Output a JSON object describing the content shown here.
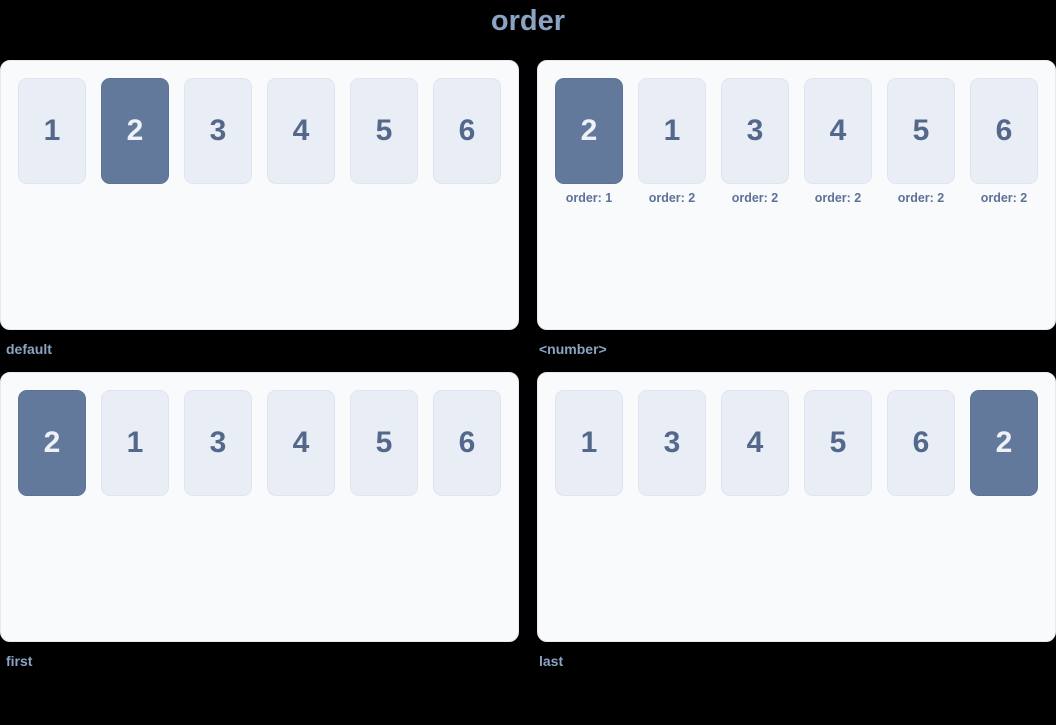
{
  "title": "order",
  "colors": {
    "background": "#000000",
    "panel_bg": "#f9fafc",
    "panel_border": "#e4e9f2",
    "box_bg": "#e9edf6",
    "box_text": "#53688a",
    "box_active_bg": "#63799c",
    "box_active_text": "#eef2f8",
    "label_text": "#8ba4c4",
    "caption_text": "#5c7296"
  },
  "panels": [
    {
      "label": "default",
      "items": [
        {
          "value": "1",
          "active": false,
          "caption": ""
        },
        {
          "value": "2",
          "active": true,
          "caption": ""
        },
        {
          "value": "3",
          "active": false,
          "caption": ""
        },
        {
          "value": "4",
          "active": false,
          "caption": ""
        },
        {
          "value": "5",
          "active": false,
          "caption": ""
        },
        {
          "value": "6",
          "active": false,
          "caption": ""
        }
      ]
    },
    {
      "label": "<number>",
      "items": [
        {
          "value": "2",
          "active": true,
          "caption": "order: 1"
        },
        {
          "value": "1",
          "active": false,
          "caption": "order: 2"
        },
        {
          "value": "3",
          "active": false,
          "caption": "order: 2"
        },
        {
          "value": "4",
          "active": false,
          "caption": "order: 2"
        },
        {
          "value": "5",
          "active": false,
          "caption": "order: 2"
        },
        {
          "value": "6",
          "active": false,
          "caption": "order: 2"
        }
      ]
    },
    {
      "label": "first",
      "items": [
        {
          "value": "2",
          "active": true,
          "caption": ""
        },
        {
          "value": "1",
          "active": false,
          "caption": ""
        },
        {
          "value": "3",
          "active": false,
          "caption": ""
        },
        {
          "value": "4",
          "active": false,
          "caption": ""
        },
        {
          "value": "5",
          "active": false,
          "caption": ""
        },
        {
          "value": "6",
          "active": false,
          "caption": ""
        }
      ]
    },
    {
      "label": "last",
      "items": [
        {
          "value": "1",
          "active": false,
          "caption": ""
        },
        {
          "value": "3",
          "active": false,
          "caption": ""
        },
        {
          "value": "4",
          "active": false,
          "caption": ""
        },
        {
          "value": "5",
          "active": false,
          "caption": ""
        },
        {
          "value": "6",
          "active": false,
          "caption": ""
        },
        {
          "value": "2",
          "active": true,
          "caption": ""
        }
      ]
    }
  ]
}
